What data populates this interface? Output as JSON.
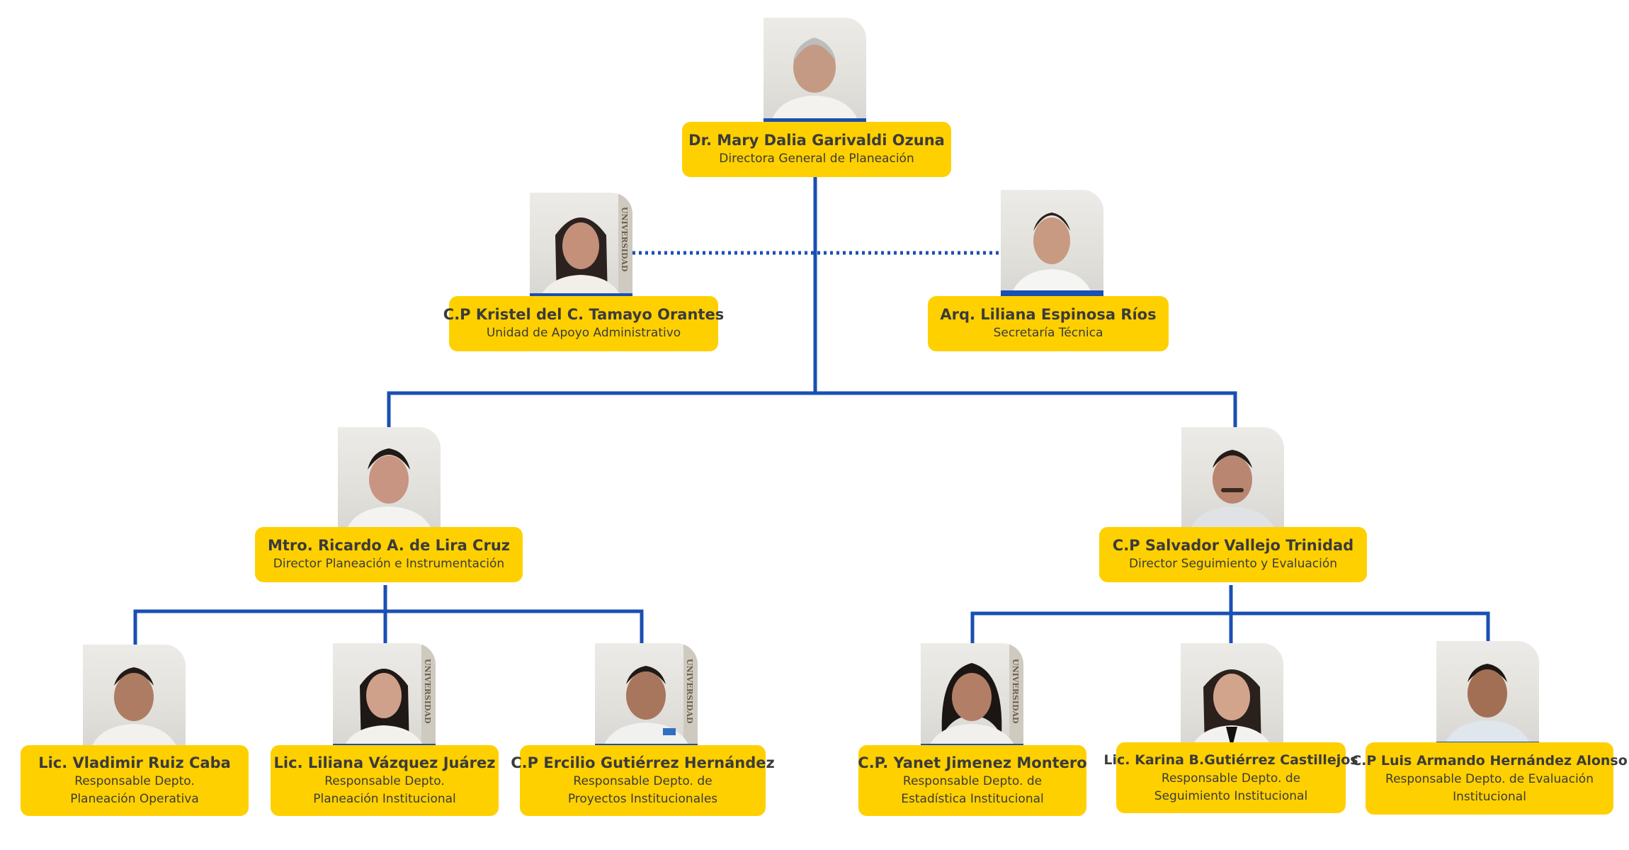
{
  "colors": {
    "card": "#ffd000",
    "line": "#1a4fb3",
    "text": "#3b3b3b"
  },
  "director": {
    "name": "Dr. Mary Dalia Garivaldi Ozuna",
    "role": "Directora General de Planeación"
  },
  "admin": {
    "name": "C.P Kristel del C. Tamayo Orantes",
    "role": "Unidad de Apoyo Administrativo"
  },
  "secretary": {
    "name": "Arq. Liliana Espinosa Ríos",
    "role": "Secretaría Técnica"
  },
  "planning": {
    "name": "Mtro. Ricardo A. de Lira Cruz",
    "role": "Director Planeación e Instrumentación"
  },
  "evaluation": {
    "name": "C.P Salvador Vallejo Trinidad",
    "role": "Director Seguimiento y Evaluación"
  },
  "staff": [
    {
      "name": "Lic. Vladimir Ruiz Caba",
      "role1": "Responsable Depto.",
      "role2": "Planeación Operativa"
    },
    {
      "name": "Lic. Liliana Vázquez Juárez",
      "role1": "Responsable Depto.",
      "role2": "Planeación Institucional"
    },
    {
      "name": "C.P Ercilio Gutiérrez Hernández",
      "role1": "Responsable Depto. de",
      "role2": "Proyectos Institucionales"
    },
    {
      "name": "C.P. Yanet Jimenez Montero",
      "role1": "Responsable Depto. de",
      "role2": "Estadística Institucional"
    },
    {
      "name": "Lic. Karina B.Gutiérrez Castillejos",
      "role1": "Responsable Depto. de",
      "role2": "Seguimiento Institucional"
    },
    {
      "name": "C.P Luis Armando Hernández Alonso",
      "role1": "Responsable Depto. de Evaluación",
      "role2": "Institucional"
    }
  ],
  "photo_text": "UNIVERSIDAD"
}
